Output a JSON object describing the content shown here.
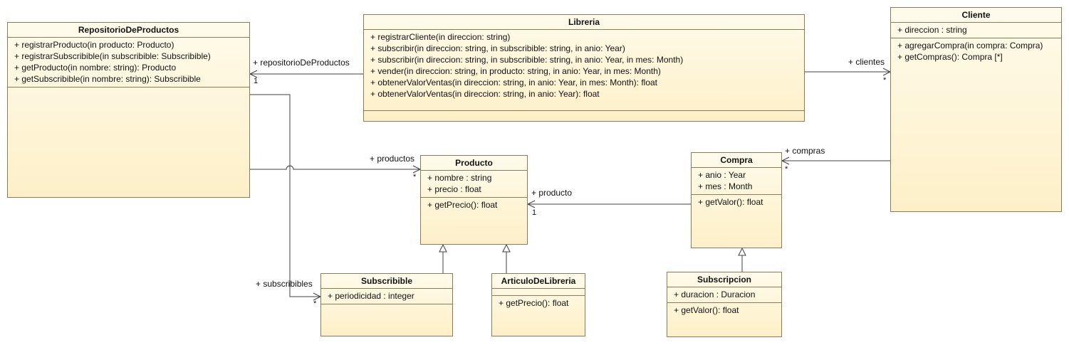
{
  "classes": {
    "repositorio": {
      "name": "RepositorioDeProductos",
      "attributes": [],
      "operations": [
        "+ registrarProducto(in producto: Producto)",
        "+ registrarSubscribible(in subscribible: Subscribible)",
        "+ getProducto(in nombre: string): Producto",
        "+ getSubscribible(in nombre: string): Subscribible"
      ]
    },
    "libreria": {
      "name": "Libreria",
      "attributes": [],
      "operations": [
        "+ registrarCliente(in direccion: string)",
        "+ subscribir(in direccion: string, in subscribible: string, in anio: Year)",
        "+ subscribir(in direccion: string, in subscribible: string, in anio: Year, in mes: Month)",
        "+ vender(in direccion: string, in producto: string, in anio: Year, in mes: Month)",
        "+ obtenerValorVentas(in direccion: string, in anio: Year, in mes: Month): float",
        "+ obtenerValorVentas(in direccion: string, in anio: Year): float"
      ]
    },
    "cliente": {
      "name": "Cliente",
      "attributes": [
        "+ direccion : string"
      ],
      "operations": [
        "+ agregarCompra(in compra: Compra)",
        "+ getCompras(): Compra [*]"
      ]
    },
    "producto": {
      "name": "Producto",
      "attributes": [
        "+ nombre : string",
        "+ precio : float"
      ],
      "operations": [
        "+ getPrecio(): float"
      ]
    },
    "compra": {
      "name": "Compra",
      "attributes": [
        "+ anio : Year",
        "+ mes : Month"
      ],
      "operations": [
        "+ getValor(): float"
      ]
    },
    "subscribible": {
      "name": "Subscribible",
      "attributes": [
        "+ periodicidad : integer"
      ],
      "operations": []
    },
    "articulo": {
      "name": "ArticuloDeLibreria",
      "attributes": [],
      "operations": [
        "+ getPrecio(): float"
      ]
    },
    "subscripcion": {
      "name": "Subscripcion",
      "attributes": [
        "+ duracion : Duracion"
      ],
      "operations": [
        "+ getValor(): float"
      ]
    }
  },
  "associations": {
    "repositorio_role": "+ repositorioDeProductos",
    "repositorio_mult": "1",
    "clientes_role": "+ clientes",
    "clientes_mult": "*",
    "productos_role": "+ productos",
    "productos_mult": "*",
    "subscribibles_role": "+ subscribibles",
    "subscribibles_mult": "*",
    "producto_role": "+ producto",
    "producto_mult": "1",
    "compras_role": "+ compras",
    "compras_mult": "*"
  },
  "colors": {
    "line": "#404040",
    "class_border": "#8c7b5a",
    "class_fill_top": "#fffbeb",
    "class_fill_bottom": "#fdf0c8"
  }
}
